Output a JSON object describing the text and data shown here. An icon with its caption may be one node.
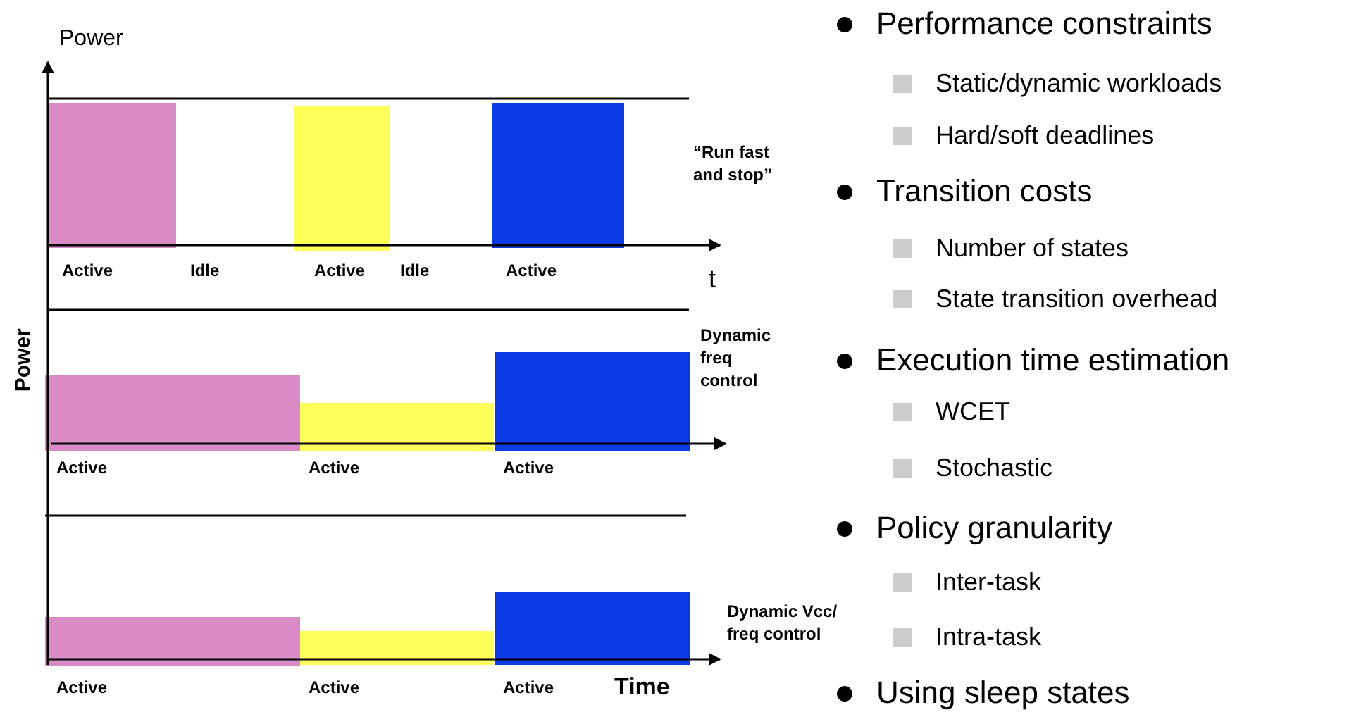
{
  "diagram": {
    "labels": [
      "Power",
      "Active",
      "Idle",
      "Active",
      "Idle",
      "Active",
      "t",
      "“Run fast and stop”",
      "Power",
      "Dynamic freq control",
      "Active",
      "Active",
      "Active",
      "Dynamic Vcc/ freq control",
      "Active",
      "Active",
      "Active",
      "Time",
      "Performance constraints",
      "Static/dynamic workloads",
      "Hard/soft deadlines",
      "Transition costs",
      "Number of states",
      "State transition overhead",
      "Execution time estimation",
      "WCET",
      "Stochastic",
      "Policy granularity",
      "Inter-task",
      "Intra-task",
      "Using sleep states"
    ]
  }
}
